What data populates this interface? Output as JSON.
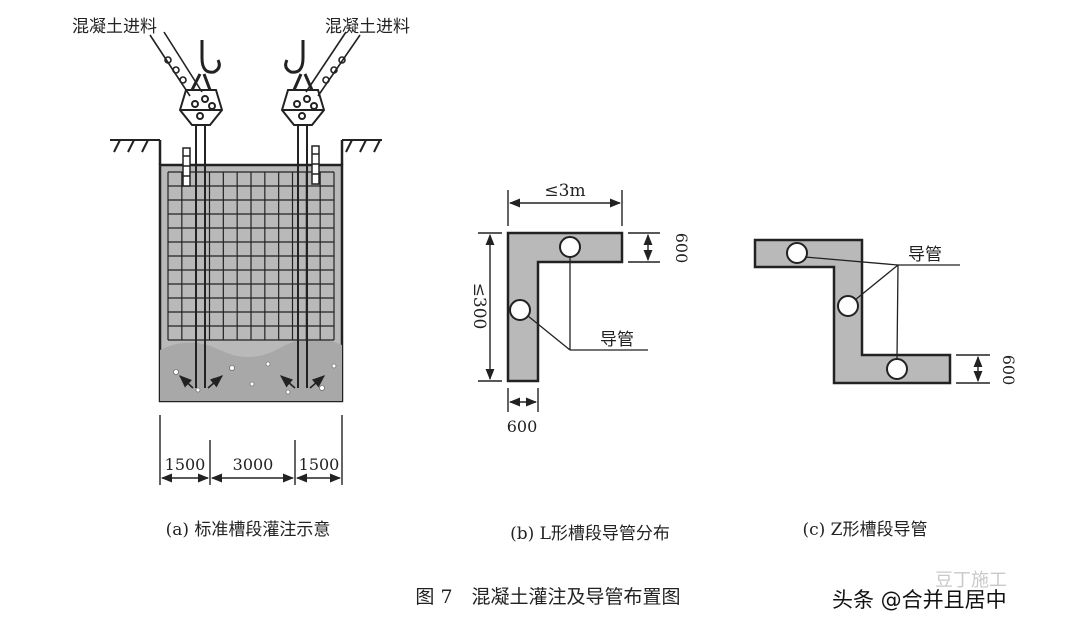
{
  "figure": {
    "caption": "图 7　混凝土灌注及导管布置图",
    "colors": {
      "concrete": "#b9b9b9",
      "line": "#222222",
      "background": "#ffffff"
    }
  },
  "panel_a": {
    "feed_label_left": "混凝土进料",
    "feed_label_right": "混凝土进料",
    "dim_1": "1500",
    "dim_2": "3000",
    "dim_3": "1500",
    "caption": "(a) 标准槽段灌注示意"
  },
  "panel_b": {
    "width_dim": "≤3m",
    "thickness_dim_right": "600",
    "height_dim": "≤300",
    "thickness_dim_bottom": "600",
    "pipe_label": "导管",
    "caption": "(b) L形槽段导管分布"
  },
  "panel_c": {
    "pipe_label": "导管",
    "thickness_dim": "600",
    "caption": "(c) Z形槽段导管"
  },
  "watermark": {
    "text": "豆丁施工",
    "source": "头条 @合并且居中"
  }
}
